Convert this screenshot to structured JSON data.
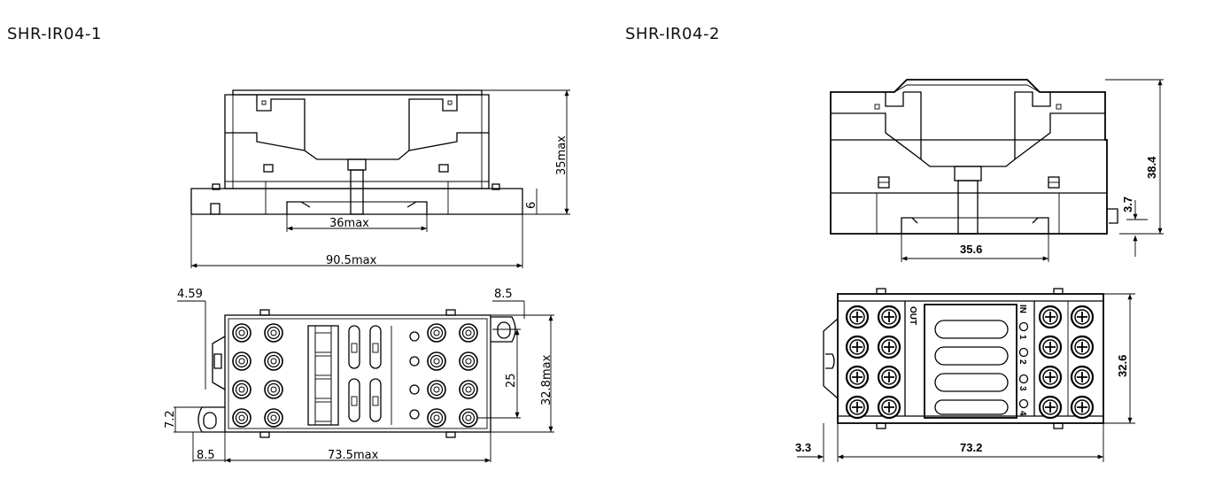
{
  "models": {
    "left": "SHR-IR04-1",
    "right": "SHR-IR04-2"
  },
  "left_dims": {
    "height": "35max",
    "rail": "6",
    "inner_width": "36max",
    "overall_width": "90.5max",
    "left_offset": "4.59",
    "right_offset": "8.5",
    "pitch": "25",
    "depth": "32.8max",
    "hole_height": "7.2",
    "bottom_offset": "8.5",
    "body_width": "73.5max"
  },
  "right_dims": {
    "height": "38.4",
    "rail": "3.7",
    "inner_width": "35.6",
    "depth": "32.6",
    "left_offset": "3.3",
    "body_width": "73.2"
  },
  "right_labels": {
    "out": "OUT",
    "in1": "IN",
    "n1": "1",
    "n2": "2",
    "n3": "3",
    "n4": "4"
  }
}
